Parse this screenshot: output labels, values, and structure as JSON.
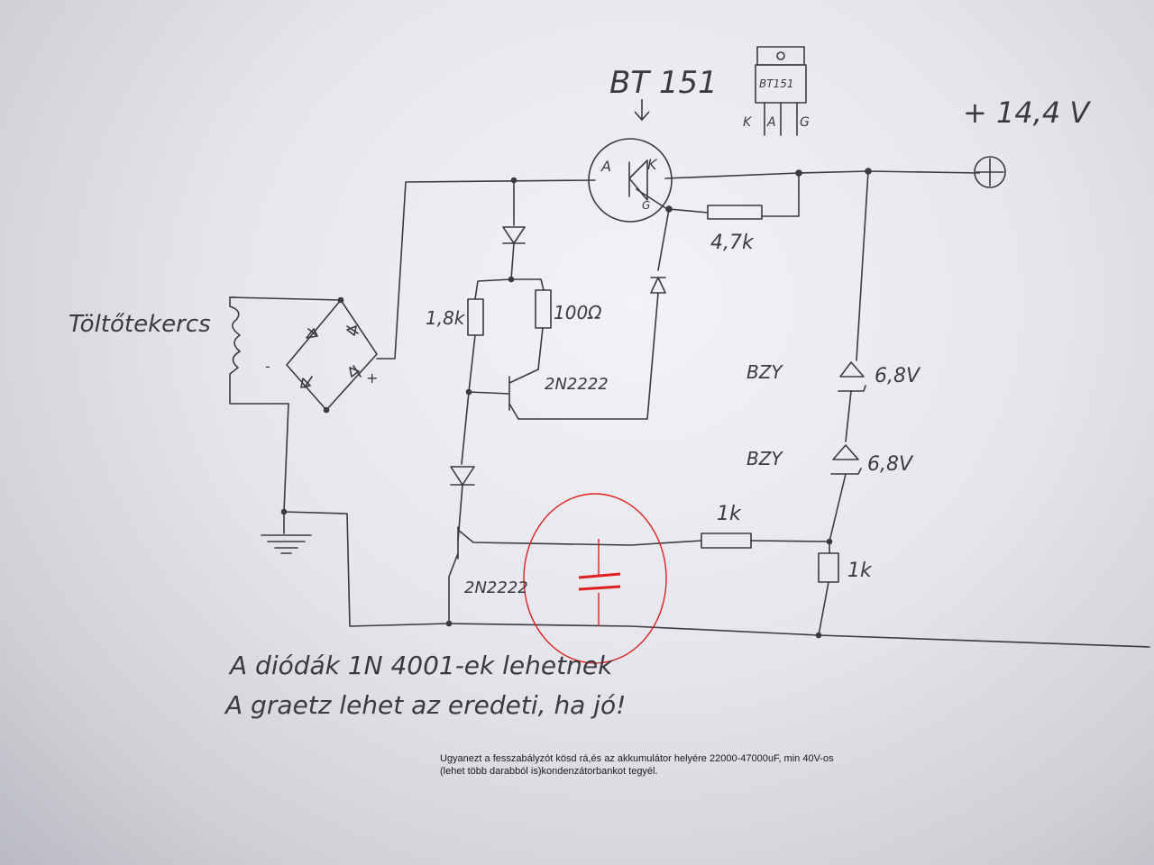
{
  "labels": {
    "thyristor": "BT 151",
    "package_name": "BT151",
    "pin_k": "K",
    "pin_a": "A",
    "pin_g": "G",
    "anode": "A",
    "cathode": "K",
    "gate": "G",
    "output_voltage": "+ 14,4 V",
    "coil": "Töltőtekercs",
    "bridge_minus": "-",
    "bridge_plus": "+",
    "r_gate": "4,7k",
    "r_18k": "1,8k",
    "r_100": "100Ω",
    "t_upper": "2N2222",
    "t_lower": "2N2222",
    "zener1_type": "BZY",
    "zener1_value": "6,8V",
    "zener2_type": "BZY",
    "zener2_value": "6,8V",
    "r_1k_h": "1k",
    "r_1k_v": "1k"
  },
  "handwritten_note": {
    "line1": "A diódák 1N 4001-ek lehetnek",
    "line2": "A graetz lehet az eredeti, ha jó!"
  },
  "typed_note": {
    "line1": "Ugyanezt a fesszabályzót kösd rá,és az akkumulátor helyére 22000-47000uF, min 40V-os",
    "line2": "(lehet több darabból is)kondenzátorbankot tegyél."
  },
  "colors": {
    "ink": "#3a3a42",
    "annotation": "#e02020"
  }
}
